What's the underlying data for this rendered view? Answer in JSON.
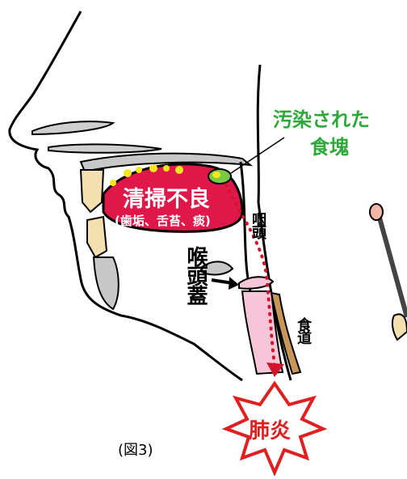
{
  "labels": {
    "contaminated_bolus_line1": "汚染された",
    "contaminated_bolus_line2": "食塊",
    "poor_cleaning": "清掃不良",
    "poor_cleaning_detail": "(歯垢、舌苔、痰)",
    "pharynx": "咽頭",
    "epiglottis": "喉頭蓋",
    "esophagus": "食道",
    "pneumonia": "肺炎",
    "figure_caption": "(図3)"
  },
  "colors": {
    "contaminated_label": "#2ea83a",
    "tongue_fill": "#e0184a",
    "plaque_yellow": "#f5e61e",
    "bolus_green": "#7ac943",
    "teeth_fill": "#f3dfb0",
    "bone_gray": "#c8c8c8",
    "trachea_pink": "#f6c6d8",
    "esophagus_brown": "#c9965a",
    "route_dots": "#d4142a",
    "burst_red": "#e02020"
  }
}
